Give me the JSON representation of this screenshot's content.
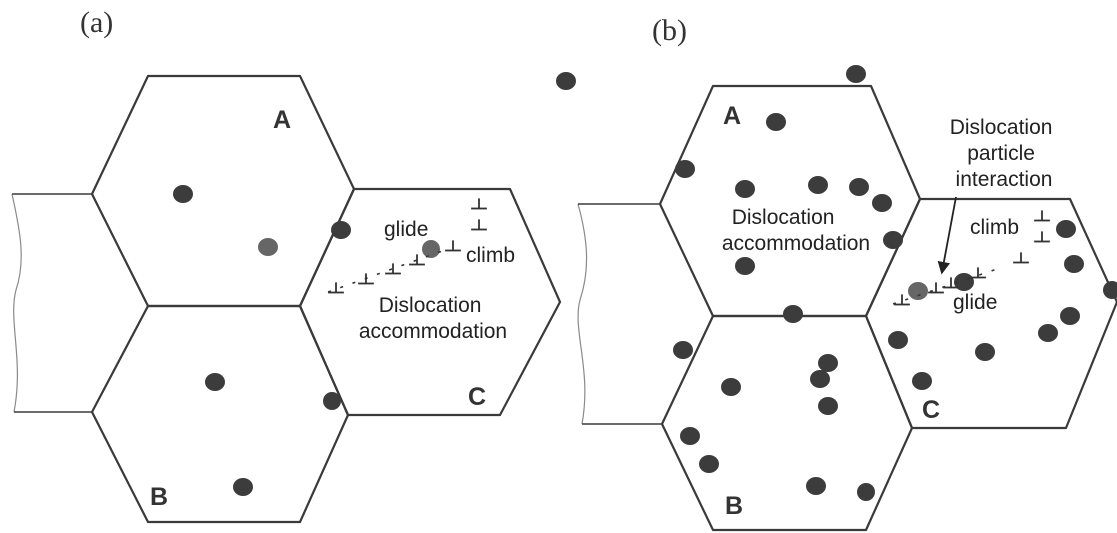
{
  "panels": {
    "a": {
      "label": "(a)",
      "grains": {
        "A": "A",
        "B": "B",
        "C": "C"
      },
      "glide": "glide",
      "climb": "climb",
      "accommodation": [
        "Dislocation",
        "accommodation"
      ]
    },
    "b": {
      "label": "(b)",
      "grains": {
        "A": "A",
        "B": "B",
        "C": "C"
      },
      "accommodation": [
        "Dislocation",
        "accommodation"
      ],
      "interaction": [
        "Dislocation",
        "particle",
        "interaction"
      ],
      "climb": "climb",
      "glide": "glide"
    }
  }
}
